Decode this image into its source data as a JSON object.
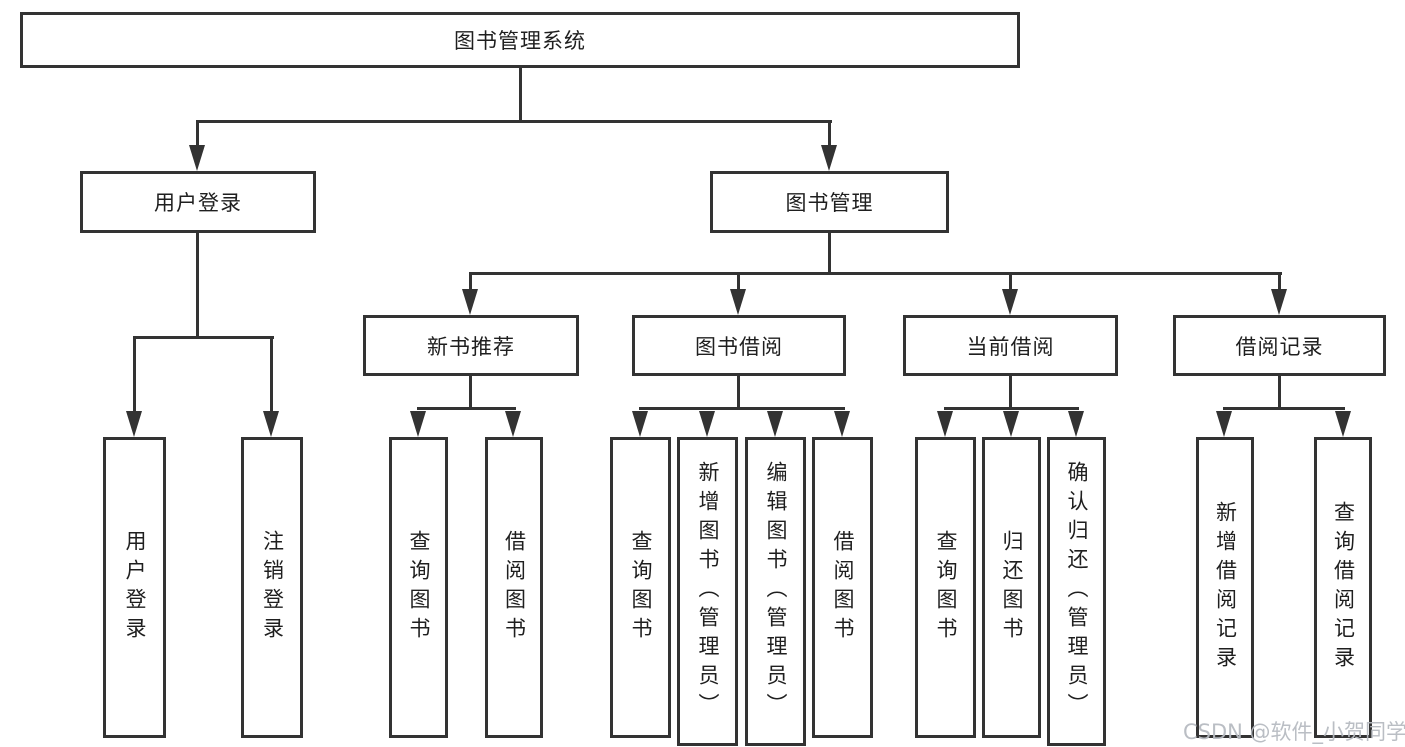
{
  "diagram": {
    "type": "tree-structure-chart",
    "title": "图书管理系统",
    "colors": {
      "line": "#333333",
      "border": "#333333",
      "text": "#1f1f1f",
      "background": "#ffffff",
      "watermark": "#b6bbc1"
    },
    "nodes": {
      "root": {
        "label": "图书管理系统"
      },
      "branches": [
        {
          "label": "用户登录",
          "parent": "图书管理系统"
        },
        {
          "label": "图书管理",
          "parent": "图书管理系统"
        }
      ],
      "modules": [
        {
          "label": "新书推荐",
          "parent": "图书管理"
        },
        {
          "label": "图书借阅",
          "parent": "图书管理"
        },
        {
          "label": "当前借阅",
          "parent": "图书管理"
        },
        {
          "label": "借阅记录",
          "parent": "图书管理"
        }
      ],
      "leaves": [
        {
          "label": "用户登录",
          "parent": "用户登录"
        },
        {
          "label": "注销登录",
          "parent": "用户登录"
        },
        {
          "label": "查询图书",
          "parent": "新书推荐"
        },
        {
          "label": "借阅图书",
          "parent": "新书推荐"
        },
        {
          "label": "查询图书",
          "parent": "图书借阅"
        },
        {
          "label": "新增图书（管理员）",
          "parent": "图书借阅"
        },
        {
          "label": "编辑图书（管理员）",
          "parent": "图书借阅"
        },
        {
          "label": "借阅图书",
          "parent": "图书借阅"
        },
        {
          "label": "查询图书",
          "parent": "当前借阅"
        },
        {
          "label": "归还图书",
          "parent": "当前借阅"
        },
        {
          "label": "确认归还（管理员）",
          "parent": "当前借阅"
        },
        {
          "label": "新增借阅记录",
          "parent": "借阅记录"
        },
        {
          "label": "查询借阅记录",
          "parent": "借阅记录"
        }
      ]
    },
    "watermark": "CSDN @软件_小贺同学"
  }
}
